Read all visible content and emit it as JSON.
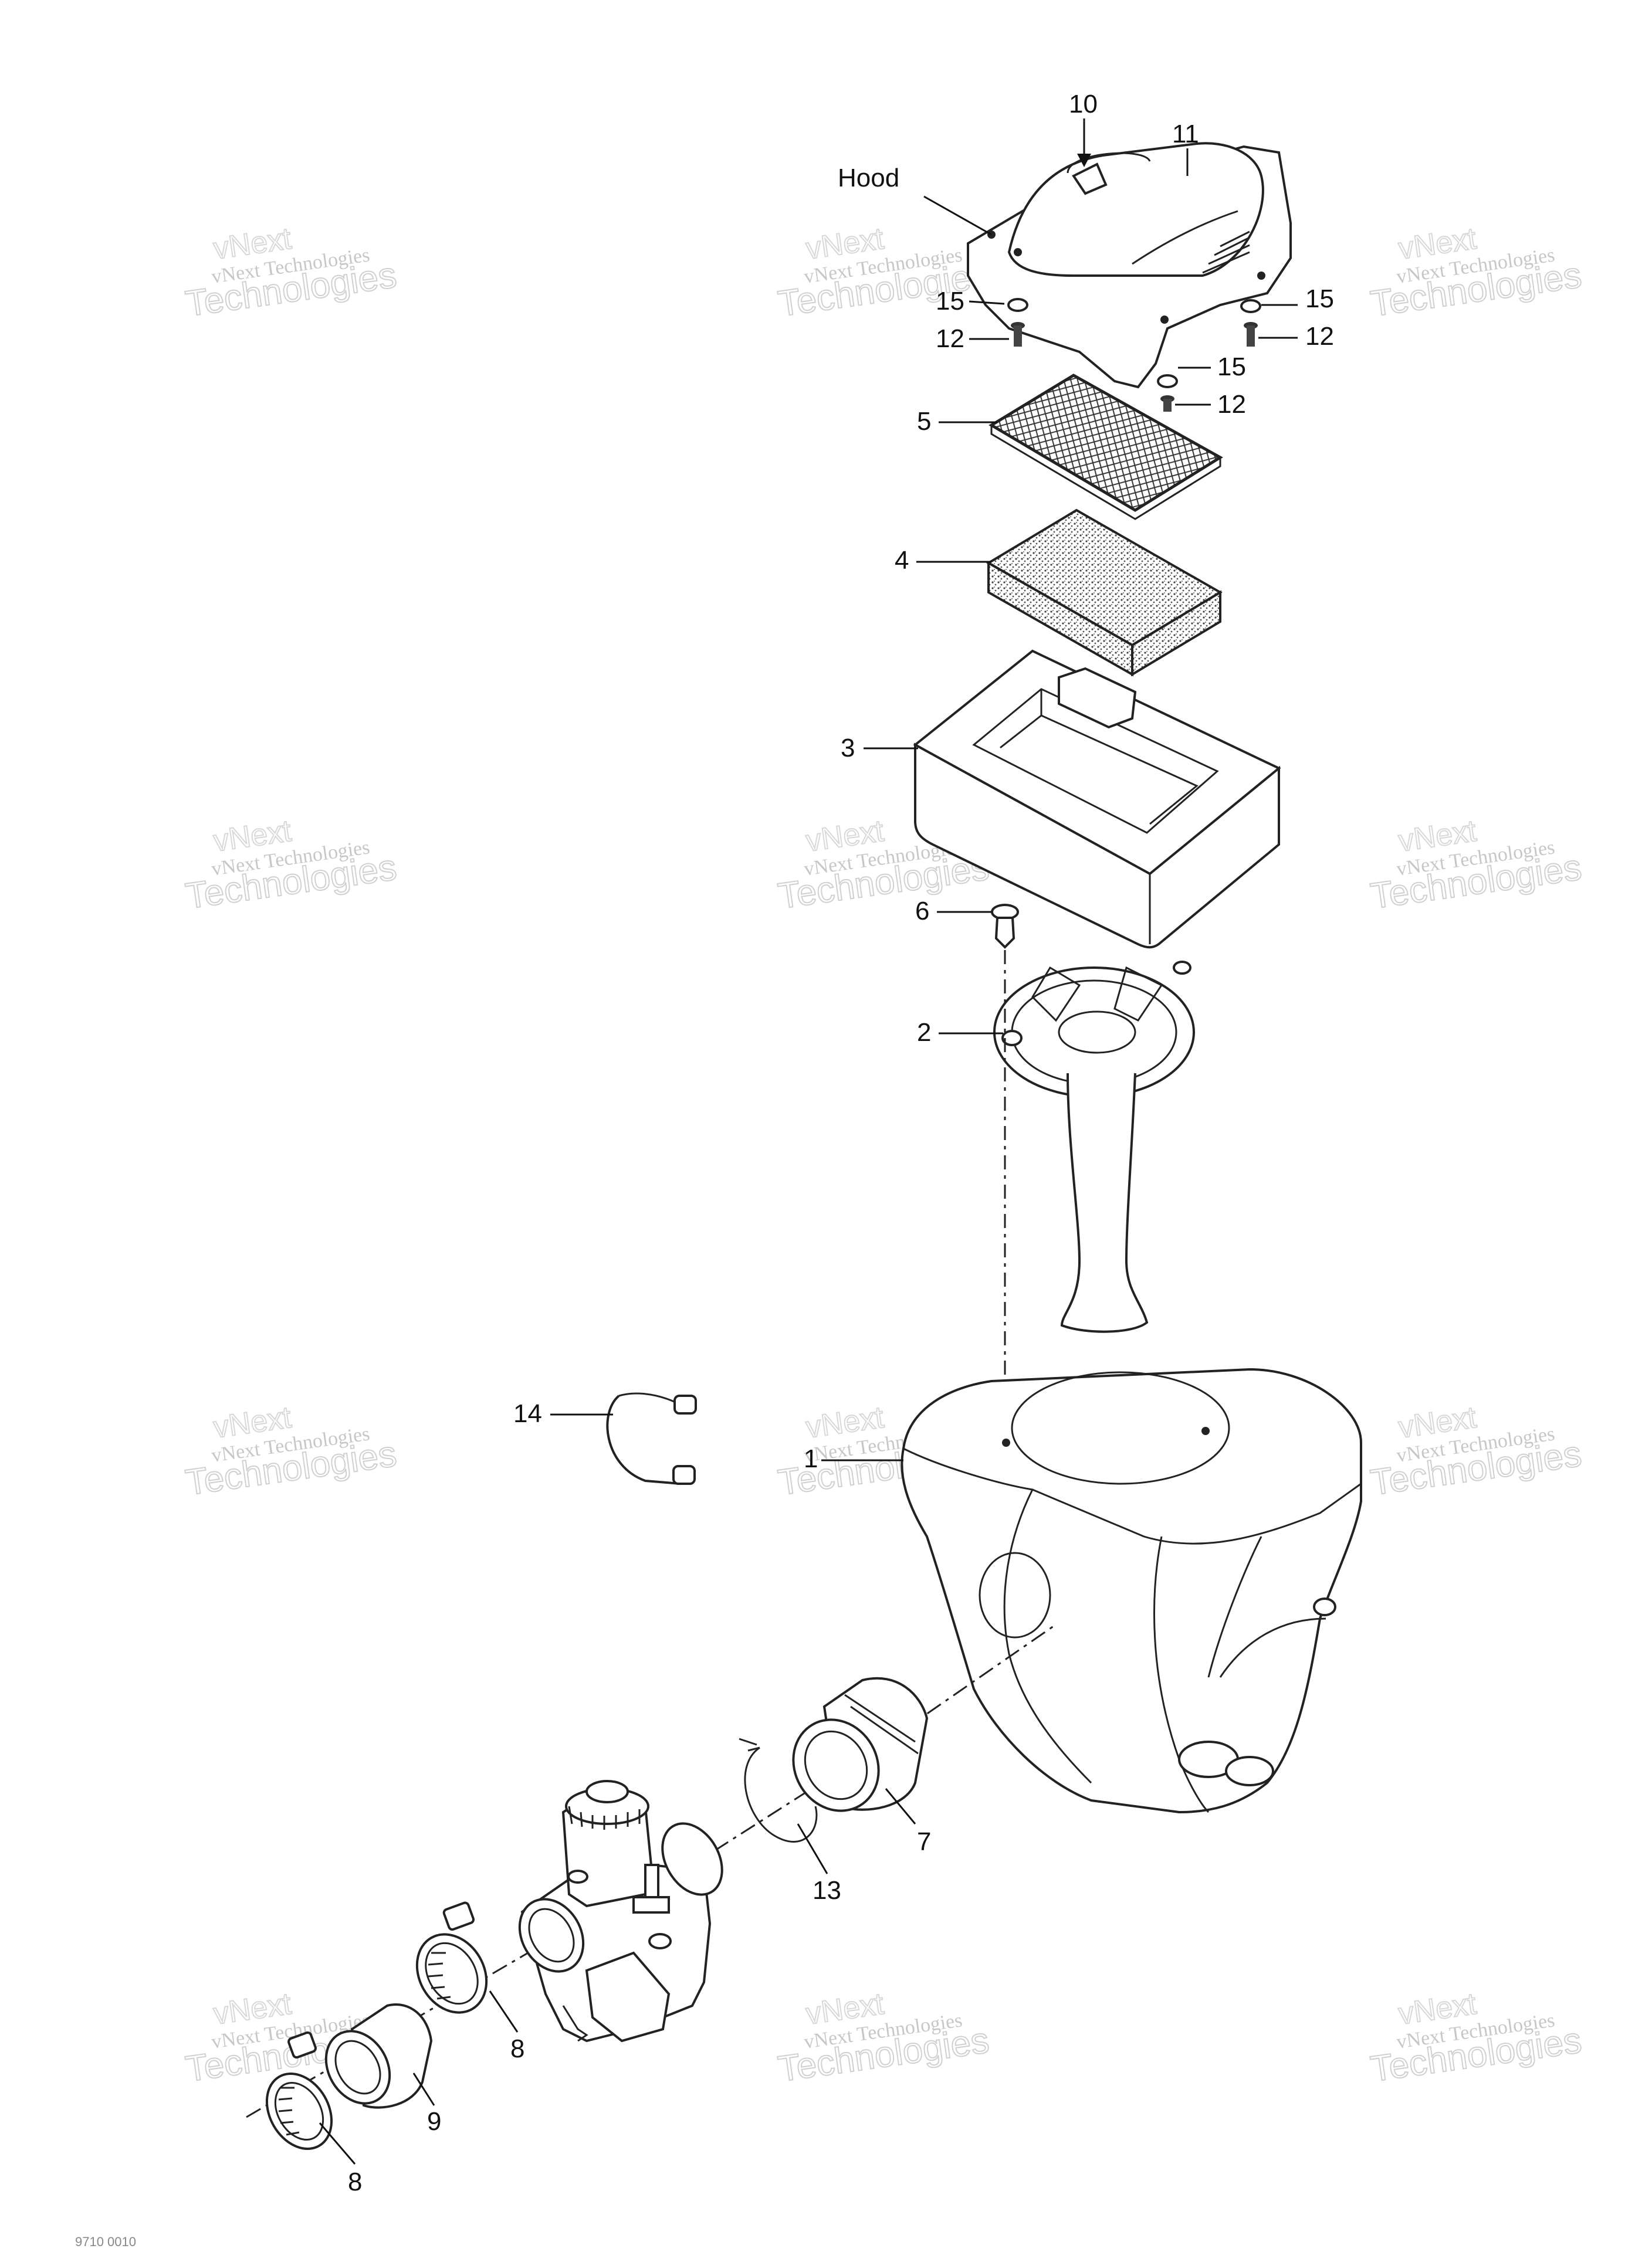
{
  "callouts": {
    "c10": "10",
    "c11": "11",
    "hood": "Hood",
    "c15a": "15",
    "c15b": "15",
    "c15c": "15",
    "c12a": "12",
    "c12b": "12",
    "c12c": "12",
    "c5": "5",
    "c4": "4",
    "c3": "3",
    "c6": "6",
    "c2": "2",
    "c14": "14",
    "c1": "1",
    "c7": "7",
    "c13": "13",
    "c8a": "8",
    "c9": "9",
    "c8b": "8"
  },
  "watermark": {
    "line1": "vNext Technologies",
    "line2": "vNext",
    "line3": "Technologies"
  },
  "footer": {
    "code": "9710 0010"
  }
}
